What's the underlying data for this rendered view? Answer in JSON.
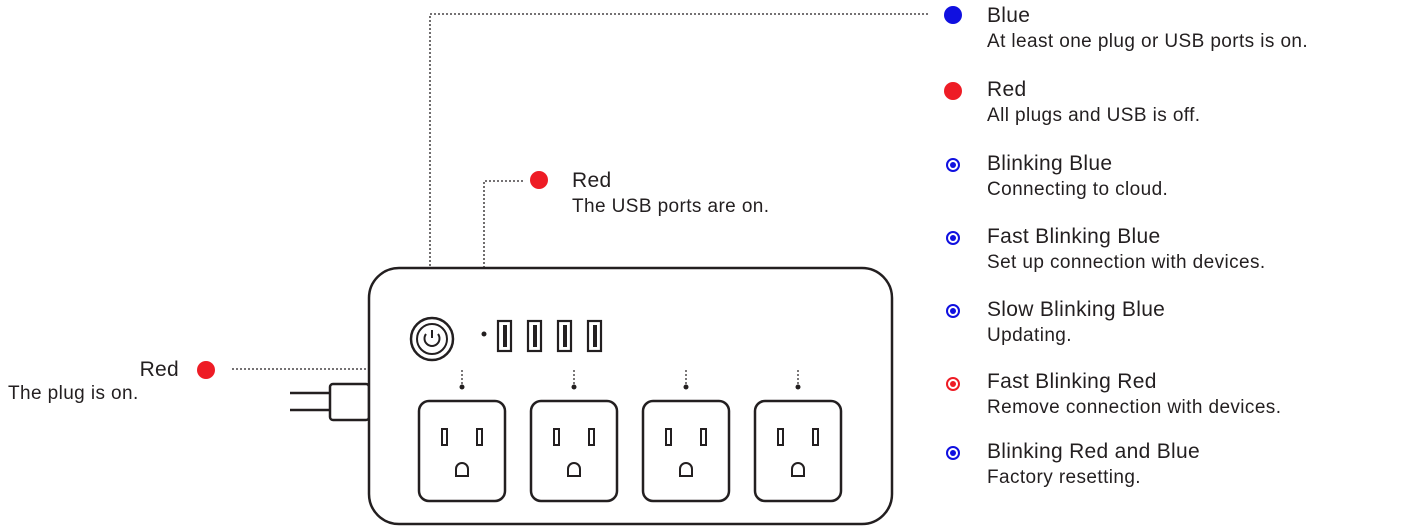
{
  "colors": {
    "blue": "#1010e0",
    "red": "#ee1c25",
    "line": "#231f20"
  },
  "legend": [
    {
      "title": "Blue",
      "desc": "At least one plug or USB ports is on.",
      "marker": "solid-dot",
      "color": "#1010e0"
    },
    {
      "title": "Red",
      "desc": "All plugs and USB is off.",
      "marker": "solid-dot",
      "color": "#ee1c25"
    },
    {
      "title": "Blinking Blue",
      "desc": "Connecting to cloud.",
      "marker": "ring-dot",
      "color": "#1010e0"
    },
    {
      "title": "Fast Blinking Blue",
      "desc": "Set up connection with devices.",
      "marker": "ring-dot",
      "color": "#1010e0"
    },
    {
      "title": "Slow Blinking Blue",
      "desc": "Updating.",
      "marker": "ring-dot",
      "color": "#1010e0"
    },
    {
      "title": "Fast Blinking Red",
      "desc": "Remove connection with devices.",
      "marker": "ring-dot",
      "color": "#ee1c25"
    },
    {
      "title": "Blinking Red and Blue",
      "desc": "Factory resetting.",
      "marker": "ring-dot",
      "color": "#1010e0"
    }
  ],
  "usb_indicator": {
    "title": "Red",
    "desc": "The USB ports are on.",
    "color": "#ee1c25"
  },
  "plug_indicator": {
    "title": "Red",
    "desc": "The plug is on.",
    "color": "#ee1c25"
  },
  "device": {
    "outlet_count": 4,
    "usb_port_count": 4,
    "icon": "power-button-icon"
  }
}
